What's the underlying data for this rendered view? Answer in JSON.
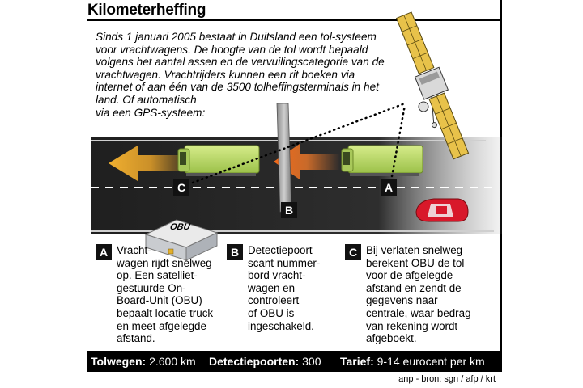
{
  "title": "Kilometerheffing",
  "intro_lines": [
    "Sinds 1 januari 2005 bestaat in Duitsland een tol-systeem",
    "voor vrachtwagens.  De hoogte van de tol wordt bepaald",
    "volgens het aantal assen en de vervuilingscategorie van de",
    "vrachtwagen. Vrachtrijders kunnen een rit boeken via",
    "internet of aan één van de 3500 tolheffingsterminals in het",
    "land. Of automatisch",
    "via een GPS-systeem:"
  ],
  "markers": {
    "a": "A",
    "b": "B",
    "c": "C"
  },
  "obu_label": "OBU",
  "steps": [
    {
      "badge": "A",
      "lines": [
        "Vracht-",
        "wagen rijdt snelweg",
        "op. Een satelliet-",
        "gestuurde On-",
        "Board-Unit (OBU)",
        "bepaalt locatie truck",
        "en meet afgelegde",
        "afstand."
      ]
    },
    {
      "badge": "B",
      "lines": [
        "Detectiepoort",
        "scant nummer-",
        "bord vracht-",
        "wagen en",
        "controleert",
        "of OBU is",
        "ingeschakeld."
      ]
    },
    {
      "badge": "C",
      "lines": [
        "Bij verlaten snelweg",
        "berekent OBU de tol",
        "voor de afgelegde",
        "afstand en zendt de",
        "gegevens naar",
        "centrale, waar bedrag",
        "van rekening wordt",
        "afgeboekt."
      ]
    }
  ],
  "footer": {
    "tolwegen_label": "Tolwegen:",
    "tolwegen_value": "2.600 km",
    "poorten_label": "Detectiepoorten:",
    "poorten_value": "300",
    "tarief_label": "Tarief:",
    "tarief_value": "9-14 eurocent per km"
  },
  "source": "anp - bron: sgn / afp / krt",
  "colors": {
    "road": "#2b2b2b",
    "truck": "#b8d86a",
    "arrow_orange": "#f07a2a",
    "arrow_yellow": "#e8a32a",
    "solar": "#e8c24a",
    "car": "#d8182a"
  }
}
